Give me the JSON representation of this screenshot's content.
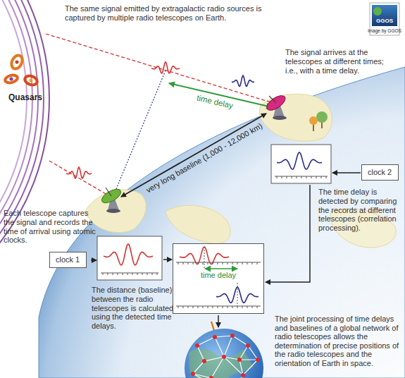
{
  "diagram": {
    "nodes": [
      {
        "text": [
          "clock 2"
        ]
      },
      {
        "text": [
          "clock 1"
        ]
      },
      {
        "text": [
          "time delay"
        ]
      }
    ],
    "labels": [
      "The same signal emitted by extragalactic radio sources is captured by multiple radio telescopes on Earth.",
      "Quasars",
      "The signal arrives at the telescopes at different times; i.e., with a time delay.",
      "time delay",
      "very long baseline (1,000 - 12,000 km)",
      "Each telescope captures the signal and records the time of arrival using atomic clocks.",
      "The time delay is detected by comparing the records at different telescopes (correlation processing).",
      "The distance (baseline) between the radio telescopes is calculated using the detected time delays.",
      "The joint processing of time delays and baselines of a global network of radio telescopes allows the determination of precise positions of the radio telescopes and the orientation of Earth in space.",
      "GGOS",
      "image by GGOS"
    ]
  }
}
